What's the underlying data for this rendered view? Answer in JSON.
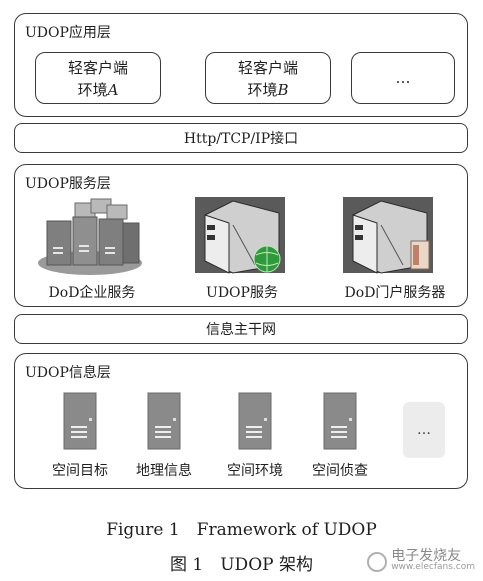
{
  "app_layer": {
    "title": "UDOP应用层",
    "client_a": {
      "line1": "轻客户端",
      "line2_prefix": "环境",
      "line2_var": "A"
    },
    "client_b": {
      "line1": "轻客户端",
      "line2_prefix": "环境",
      "line2_var": "B"
    },
    "more": "…"
  },
  "interface_bar": {
    "label": "Http/TCP/IP接口"
  },
  "service_layer": {
    "title": "UDOP服务层",
    "items": [
      {
        "label": "DoD企业服务",
        "icon": "server-cluster-icon"
      },
      {
        "label": "UDOP服务",
        "icon": "server-rack-globe-icon"
      },
      {
        "label": "DoD门户服务器",
        "icon": "server-rack-portal-icon"
      }
    ]
  },
  "backbone_bar": {
    "label": "信息主干网"
  },
  "info_layer": {
    "title": "UDOP信息层",
    "items": [
      {
        "label": "空间目标",
        "icon": "server-tower-icon"
      },
      {
        "label": "地理信息",
        "icon": "server-tower-icon"
      },
      {
        "label": "空间环境",
        "icon": "server-tower-icon"
      },
      {
        "label": "空间侦查",
        "icon": "server-tower-icon"
      }
    ],
    "more": "…"
  },
  "caption": {
    "en": "Figure 1　Framework of UDOP",
    "zh": "图 1　UDOP 架构"
  },
  "watermark": {
    "big": "电子发烧友",
    "small": "www.elecfans.com"
  },
  "colors": {
    "border": "#3a3a3a",
    "server_gray": "#8a8a8a",
    "globe_green": "#2e9a3a"
  }
}
